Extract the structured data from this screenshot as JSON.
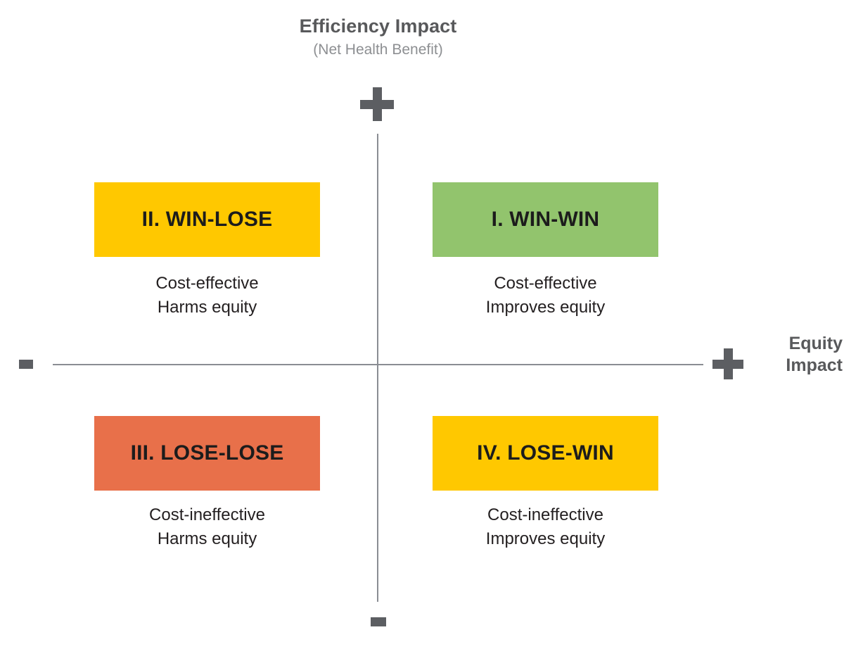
{
  "axes": {
    "vertical": {
      "title": "Efficiency Impact",
      "subtitle": "(Net Health Benefit)",
      "positive_sign": "+",
      "negative_sign": "-"
    },
    "horizontal": {
      "title_line1": "Equity",
      "title_line2": "Impact",
      "positive_sign": "+",
      "negative_sign": "-"
    }
  },
  "quadrants": [
    {
      "id": "win-win",
      "label": "I. WIN-WIN",
      "desc_line1": "Cost-effective",
      "desc_line2": "Improves equity",
      "color": "#92C46D",
      "position": "top-right"
    },
    {
      "id": "win-lose",
      "label": "II. WIN-LOSE",
      "desc_line1": "Cost-effective",
      "desc_line2": "Harms equity",
      "color": "#FFC800",
      "position": "top-left"
    },
    {
      "id": "lose-lose",
      "label": "III. LOSE-LOSE",
      "desc_line1": "Cost-ineffective",
      "desc_line2": "Harms equity",
      "color": "#E8704A",
      "position": "bottom-left"
    },
    {
      "id": "lose-win",
      "label": "IV. LOSE-WIN",
      "desc_line1": "Cost-ineffective",
      "desc_line2": "Improves equity",
      "color": "#FFC800",
      "position": "bottom-right"
    }
  ],
  "colors": {
    "axis_line": "#8a8d93",
    "sign": "#5c5e62",
    "title": "#58595b",
    "subtitle": "#8d8f92",
    "body_text": "#231f20",
    "background": "#ffffff"
  }
}
